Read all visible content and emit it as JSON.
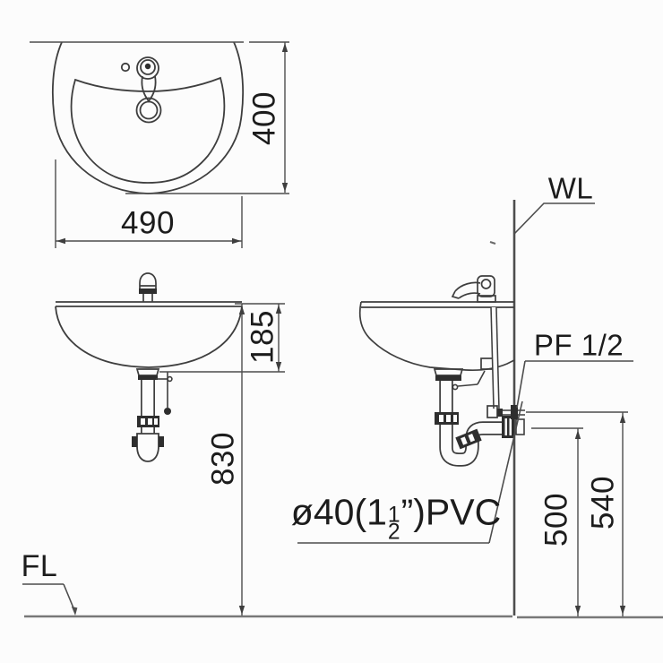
{
  "labels": {
    "wall_line": "WL",
    "floor_line": "FL",
    "supply_connection": "PF 1/2",
    "drain_pipe": {
      "prefix": "ø40(1",
      "fraction_numerator": "1",
      "fraction_denominator": "2",
      "suffix": "”)PVC"
    }
  },
  "dimensions": {
    "basin_width": "490",
    "basin_depth": "400",
    "basin_front_height": "185",
    "rim_height_from_floor": "830",
    "drain_outlet_height": "500",
    "supply_height": "540"
  },
  "colors": {
    "line": "#3e3e3e",
    "dim_line": "#4d4d4d",
    "floor": "#787878",
    "fitting_dark": "#2e2e2e",
    "background": "#fcfcfc"
  }
}
